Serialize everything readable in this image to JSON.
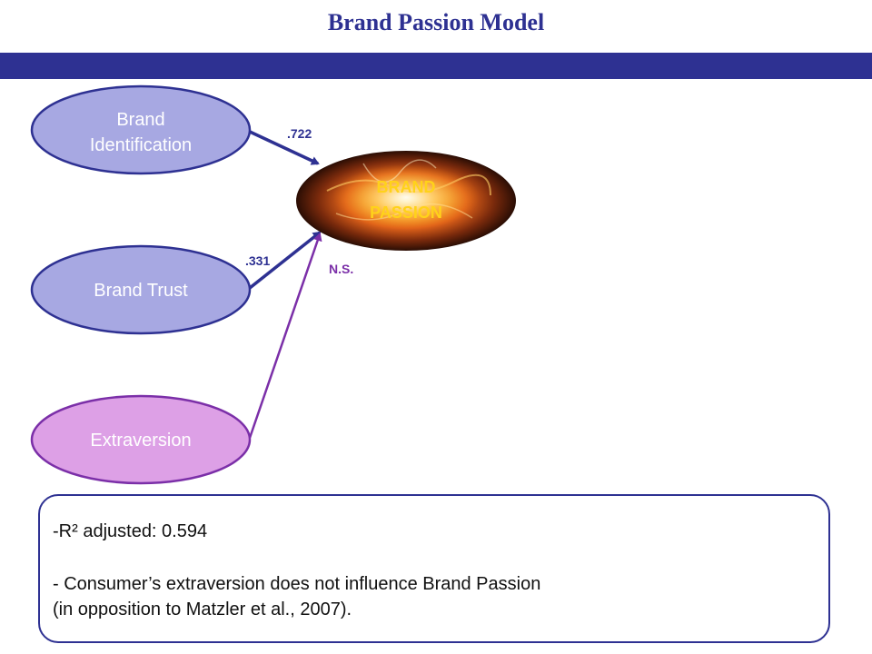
{
  "title": "Brand Passion Model",
  "colors": {
    "accent": "#2e3192",
    "node_blue": "#a7a8e2",
    "node_pink": "#dda0e6",
    "ns_path": "#7b2fa8",
    "passion_text": "#ffd21a"
  },
  "nodes": {
    "brand_identification": {
      "line1": "Brand",
      "line2": "Identification"
    },
    "brand_trust": {
      "label": "Brand Trust"
    },
    "extraversion": {
      "label": "Extraversion"
    },
    "brand_passion": {
      "line1": "BRAND",
      "line2": "PASSION"
    }
  },
  "paths": {
    "identification_coef": ".722",
    "trust_coef": ".331",
    "extraversion_coef": "N.S."
  },
  "notes": {
    "r2": "-R² adjusted: 0.594",
    "finding_line1": "- Consumer’s extraversion does not influence Brand Passion",
    "finding_line2": "(in opposition to Matzler et al., 2007)."
  }
}
